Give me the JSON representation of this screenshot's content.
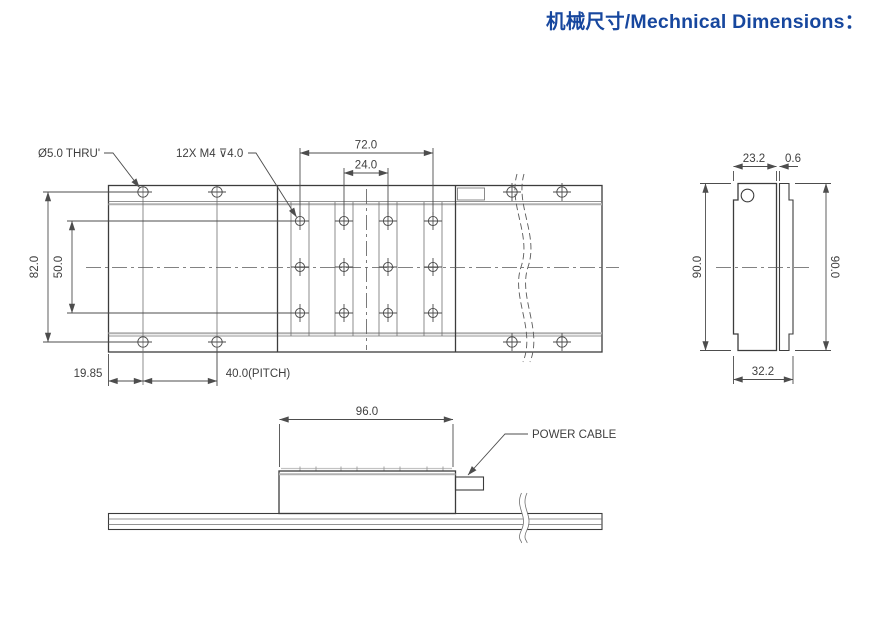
{
  "title": "机械尺寸/Mechnical Dimensions：",
  "colors": {
    "title_blue": "#17479e",
    "line_dark": "#3c3c3c",
    "dim_gray": "#4d4d4d"
  },
  "top_view": {
    "callout_thru": "Ø5.0 THRU'",
    "callout_tapped": "12X M4 ⊽4.0",
    "dim_tapped_span": "72.0",
    "dim_tapped_pitch": "24.0",
    "dim_rail_hole_span": "82.0",
    "dim_carriage_hole_span": "50.0",
    "dim_end_offset": "19.85",
    "dim_rail_pitch": "40.0(PITCH)"
  },
  "side_view": {
    "dim_body_width": "23.2",
    "dim_air_gap": "0.6",
    "dim_height_left": "90.0",
    "dim_height_right": "90.0",
    "dim_overall_width": "32.2"
  },
  "bottom_view": {
    "dim_carriage_length": "96.0",
    "callout_power_cable": "POWER CABLE"
  }
}
